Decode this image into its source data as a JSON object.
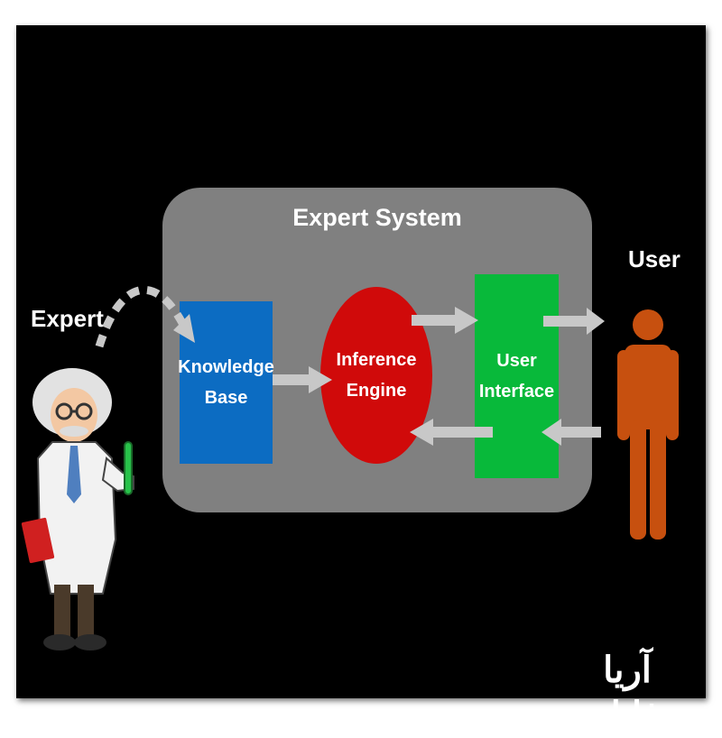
{
  "diagram": {
    "title": "Expert System",
    "expert_label": "Expert",
    "user_label": "User",
    "nodes": {
      "knowledge_base": {
        "line1": "Knowledge",
        "line2": "Base",
        "color": "#0c6cc2"
      },
      "inference_engine": {
        "line1": "Inference",
        "line2": "Engine",
        "color": "#d00a0a"
      },
      "user_interface": {
        "line1": "User",
        "line2": "Interface",
        "color": "#08b93a"
      }
    },
    "system_box_color": "#808080",
    "arrow_color": "#c8c8c8",
    "user_figure_color": "#c7500f",
    "watermark_text": "آریا فایل"
  }
}
